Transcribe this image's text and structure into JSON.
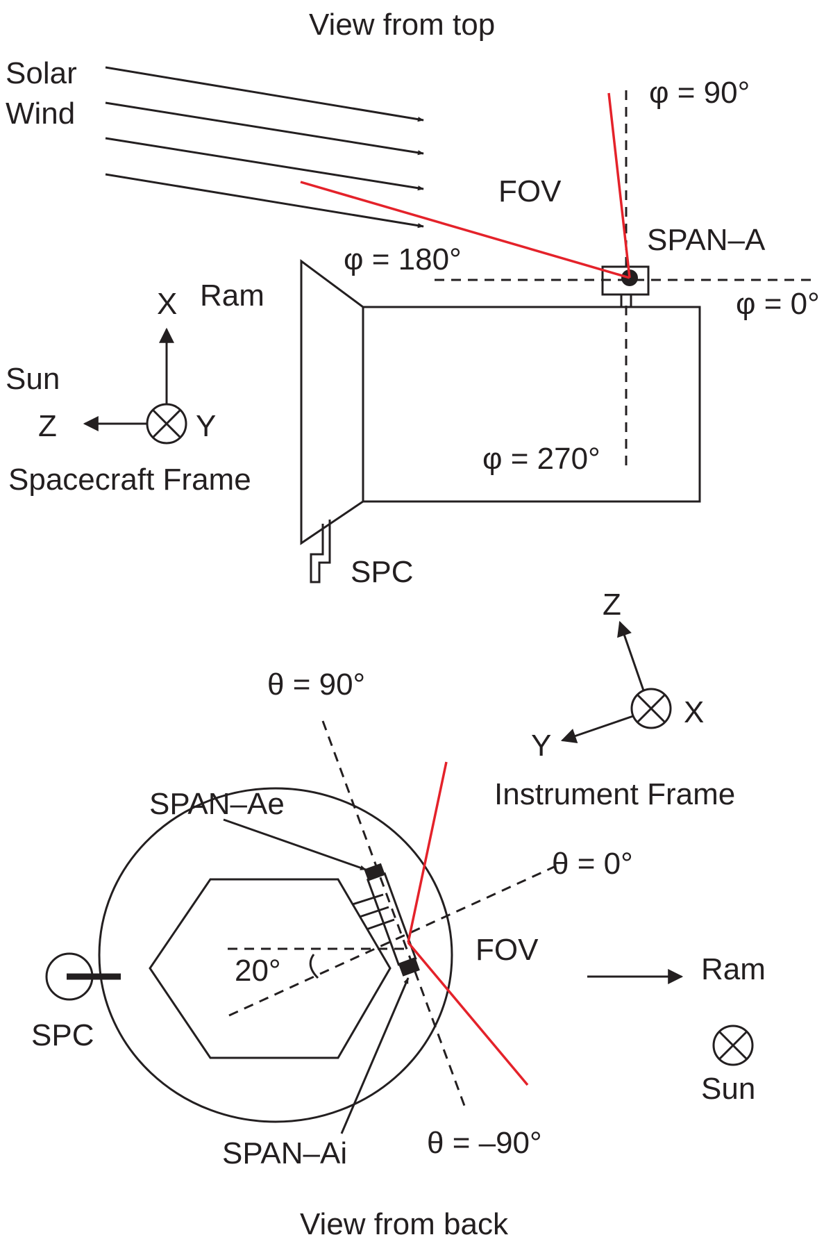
{
  "top_view": {
    "title": "View from top",
    "solar_wind_line1": "Solar",
    "solar_wind_line2": "Wind",
    "fov": "FOV",
    "span_a": "SPAN–A",
    "phi_90": "φ = 90°",
    "phi_180": "φ = 180°",
    "phi_0": "φ = 0°",
    "phi_270": "φ = 270°",
    "ram": "Ram",
    "spc": "SPC",
    "frame": {
      "x": "X",
      "y": "Y",
      "z": "Z",
      "sun": "Sun",
      "name": "Spacecraft Frame"
    }
  },
  "back_view": {
    "title": "View from back",
    "theta_90": "θ = 90°",
    "theta_0": "θ = 0°",
    "theta_m90": "θ = –90°",
    "span_ae": "SPAN–Ae",
    "span_ai": "SPAN–Ai",
    "fov": "FOV",
    "angle": "20°",
    "spc": "SPC",
    "ram": "Ram",
    "sun": "Sun",
    "frame": {
      "z": "Z",
      "x": "X",
      "y": "Y",
      "name": "Instrument Frame"
    }
  },
  "colors": {
    "ink": "#231f20",
    "fov_red": "#e4222a"
  }
}
